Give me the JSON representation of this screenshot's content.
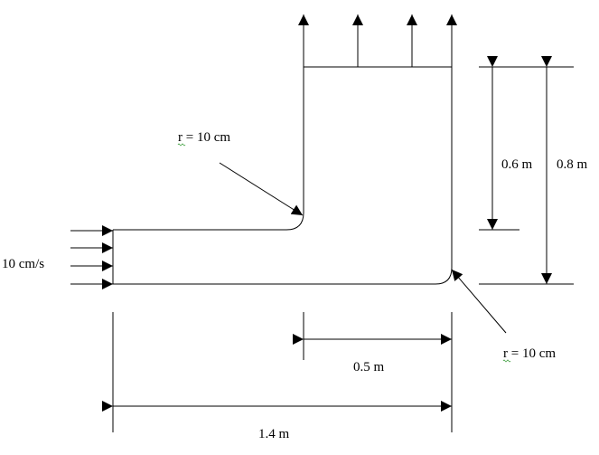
{
  "labels": {
    "inlet_velocity": "10 cm/s",
    "radius_inner_prefix": "r",
    "radius_inner_rest": " = 10 cm",
    "radius_outer_prefix": "r",
    "radius_outer_rest": " = 10 cm",
    "height_upper": "0.6 m",
    "height_total": "0.8 m",
    "width_outlet": "0.5 m",
    "width_total": "1.4 m"
  },
  "colors": {
    "line": "#000000",
    "spellcheck_underline": "#3a9d3a"
  }
}
